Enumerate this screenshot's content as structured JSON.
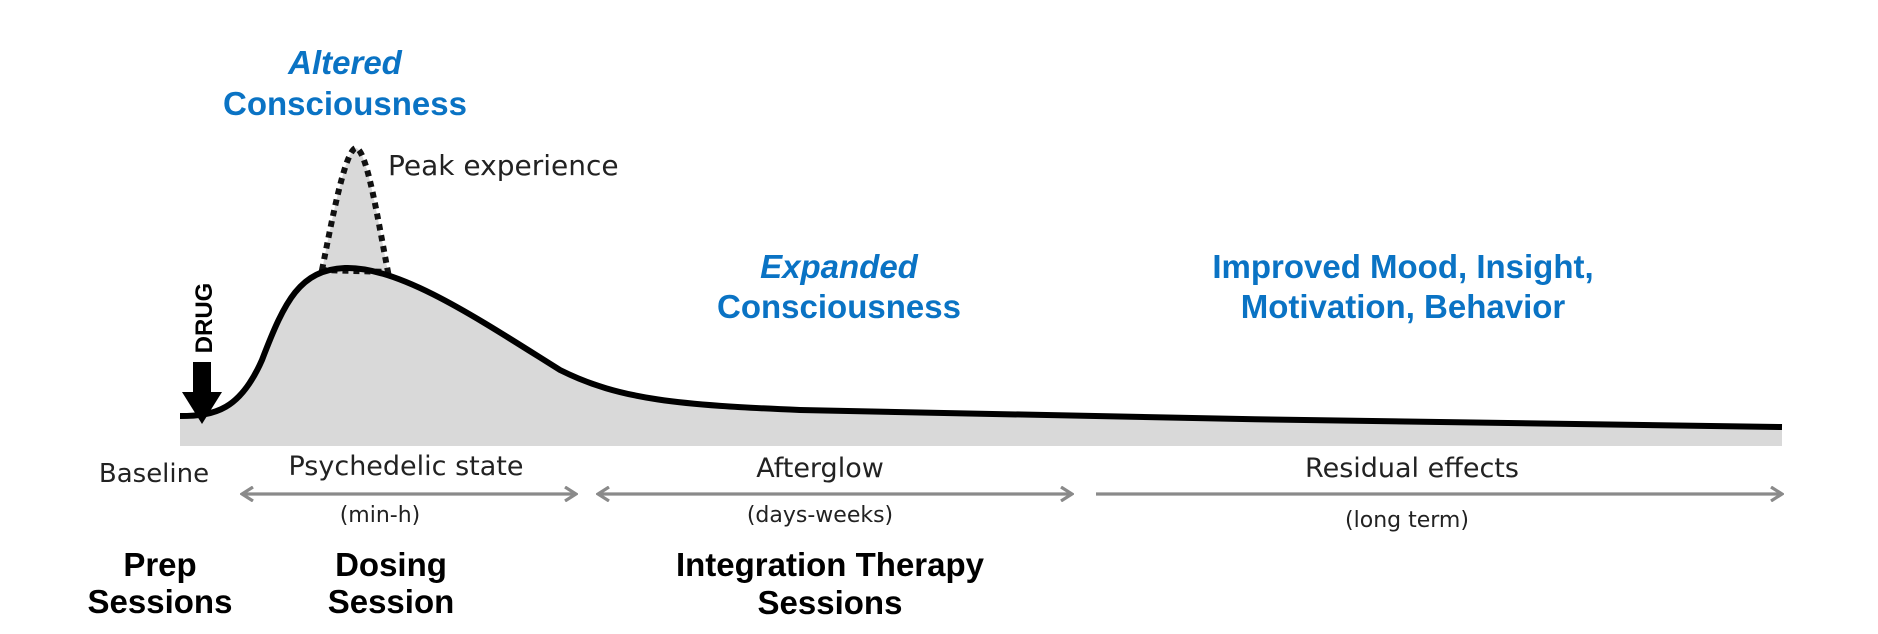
{
  "phases": {
    "altered": {
      "line1": "Altered",
      "line2": "Consciousness"
    },
    "expanded": {
      "line1": "Expanded",
      "line2": "Consciousness"
    },
    "improved": {
      "line1": "Improved Mood, Insight,",
      "line2": "Motivation, Behavior"
    }
  },
  "annotations": {
    "peak": "Peak experience",
    "drug": "DRUG",
    "baseline": "Baseline"
  },
  "periods": [
    {
      "label": "Psychedelic state",
      "duration": "(min-h)"
    },
    {
      "label": "Afterglow",
      "duration": "(days-weeks)"
    },
    {
      "label": "Residual effects",
      "duration": "(long term)"
    }
  ],
  "sessions": [
    {
      "line1": "Prep",
      "line2": "Sessions"
    },
    {
      "line1": "Dosing",
      "line2": "Session"
    },
    {
      "line1": "Integration Therapy",
      "line2": "Sessions"
    }
  ],
  "colors": {
    "accent_blue": "#0a73c4",
    "curve_fill": "#d9d9d9",
    "arrow_gray": "#8a8a8a"
  }
}
